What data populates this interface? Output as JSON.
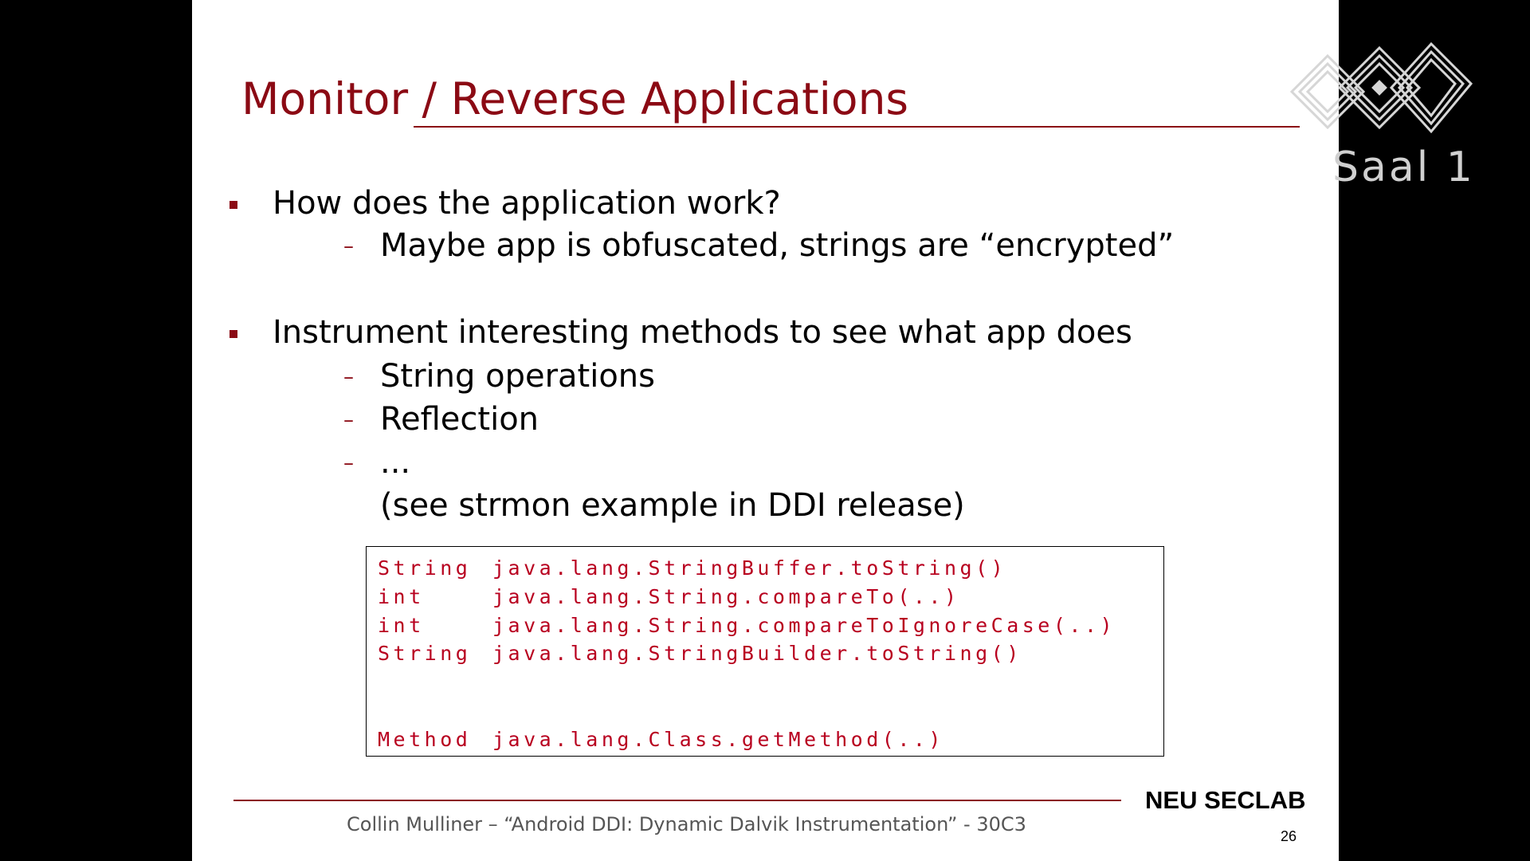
{
  "slide": {
    "title": "Monitor / Reverse Applications",
    "bullets": [
      {
        "text": "How does the application work?",
        "subitems": [
          "Maybe app is obfuscated, strings are “encrypted”"
        ]
      },
      {
        "text": "Instrument interesting methods to see what app does",
        "subitems": [
          "String operations",
          "Reflection",
          "...",
          "(see strmon example in DDI release)"
        ]
      }
    ],
    "code": [
      {
        "type": "String",
        "method": "java.lang.StringBuffer.toString()"
      },
      {
        "type": "int",
        "method": "java.lang.String.compareTo(..)"
      },
      {
        "type": "int",
        "method": "java.lang.String.compareToIgnoreCase(..)"
      },
      {
        "type": "String",
        "method": "java.lang.StringBuilder.toString()"
      },
      {
        "type": "Method",
        "method": "java.lang.Class.getMethod(..)"
      }
    ],
    "footer": "Collin Mulliner –  “Android DDI: Dynamic Dalvik Instrumentation”  -  30C3",
    "lab": "NEU SECLAB",
    "page_number": "26"
  },
  "overlay": {
    "logo_icon": "30c3-logo-icon",
    "logo_text": "Saal 1"
  },
  "colors": {
    "accent": "#8b0a14",
    "code": "#b8001f",
    "background": "#000000"
  }
}
